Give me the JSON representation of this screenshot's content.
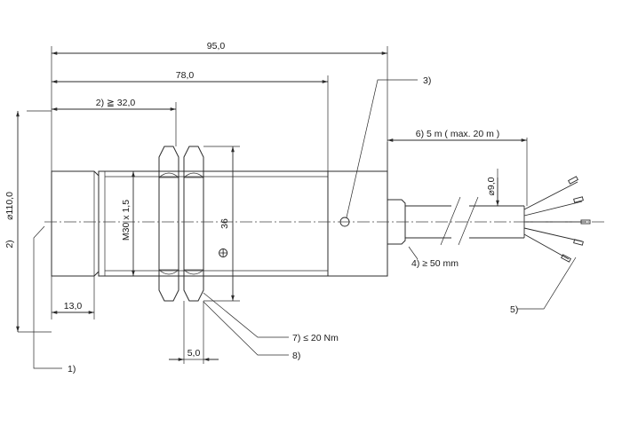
{
  "dims": {
    "total_length": "95,0",
    "body_length": "78,0",
    "thread_min": "2)  ≧ 32,0",
    "diameter": "⌀110,0",
    "diameter_note": "2)",
    "thread_spec": "M30 x 1,5",
    "wrench": "36",
    "wrench_icon": "wrench-icon",
    "cap_length": "13,0",
    "nut_width": "5,0",
    "cable_length": "6)  5 m  ( max. 20 m )",
    "cable_diameter": "⌀9,0",
    "bend_radius": "4)  ≥ 50 mm",
    "torque": "7)   ≤ 20 Nm"
  },
  "callouts": {
    "c1": "1)",
    "c3": "3)",
    "c5": "5)",
    "c8": "8)"
  }
}
